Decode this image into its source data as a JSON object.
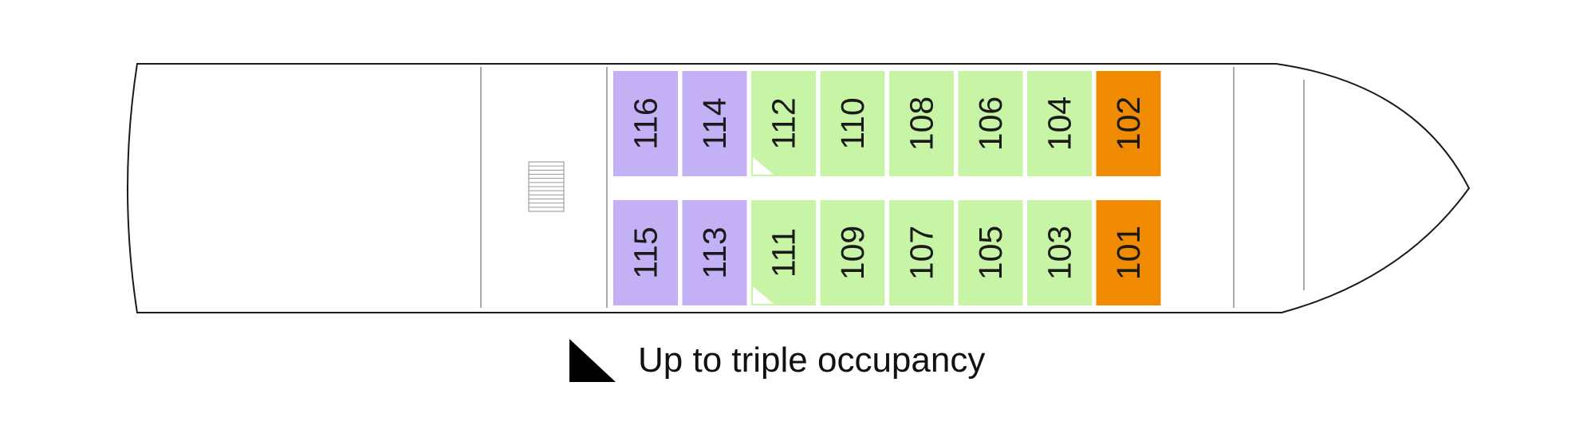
{
  "deck": {
    "colors": {
      "category_purple": "#c4b0f5",
      "category_green": "#c8f4a6",
      "category_orange": "#f08a00",
      "hull_outline": "#1a1a1a",
      "divider": "#8c8c8c",
      "text": "#1a1a1a"
    },
    "cabins_top": [
      {
        "number": "116",
        "category": "purple",
        "triple": false
      },
      {
        "number": "114",
        "category": "purple",
        "triple": false
      },
      {
        "number": "112",
        "category": "green",
        "triple": true
      },
      {
        "number": "110",
        "category": "green",
        "triple": false
      },
      {
        "number": "108",
        "category": "green",
        "triple": false
      },
      {
        "number": "106",
        "category": "green",
        "triple": false
      },
      {
        "number": "104",
        "category": "green",
        "triple": false
      },
      {
        "number": "102",
        "category": "orange",
        "triple": false
      }
    ],
    "cabins_bottom": [
      {
        "number": "115",
        "category": "purple",
        "triple": false
      },
      {
        "number": "113",
        "category": "purple",
        "triple": false
      },
      {
        "number": "111",
        "category": "green",
        "triple": true
      },
      {
        "number": "109",
        "category": "green",
        "triple": false
      },
      {
        "number": "107",
        "category": "green",
        "triple": false
      },
      {
        "number": "105",
        "category": "green",
        "triple": false
      },
      {
        "number": "103",
        "category": "green",
        "triple": false
      },
      {
        "number": "101",
        "category": "orange",
        "triple": false
      }
    ],
    "stairs_icon": "stairs-icon"
  },
  "legend": {
    "swatch_icon": "triangle-marker-icon",
    "label": "Up to triple occupancy"
  }
}
